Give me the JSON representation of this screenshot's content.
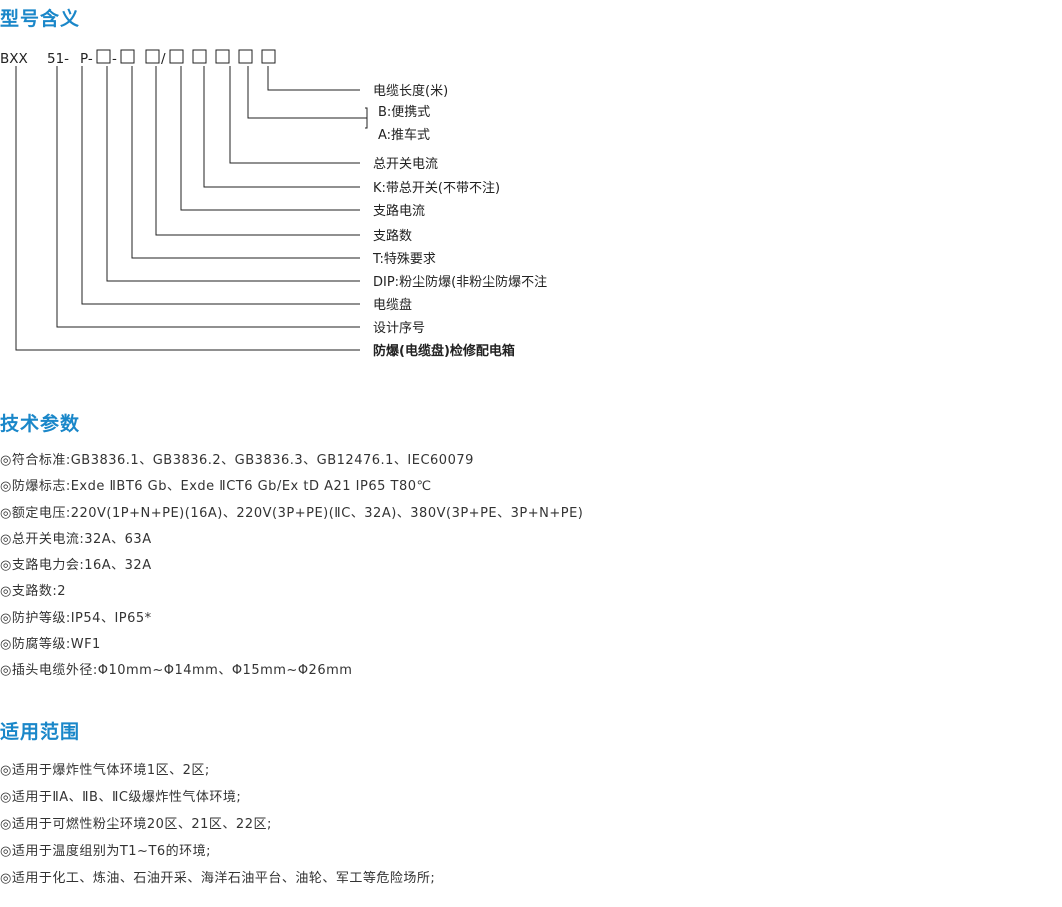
{
  "sections": {
    "model_meaning": "型号含义",
    "tech_params": "技术参数",
    "application": "适用范围"
  },
  "model_code": {
    "prefix": "BXX",
    "series": "51-",
    "p": "P-",
    "dash1": "-",
    "slash": "/"
  },
  "bracket_mark": "[",
  "diagram_labels": [
    "电缆长度(米)",
    "B:便携式",
    "A:推车式",
    "总开关电流",
    "K:带总开关(不带不注)",
    "支路电流",
    "支路数",
    "T:特殊要求",
    "DIP:粉尘防爆(非粉尘防爆不注",
    "电缆盘",
    "设计序号",
    "防爆(电缆盘)检修配电箱"
  ],
  "tech_items": [
    "◎符合标准:GB3836.1、GB3836.2、GB3836.3、GB12476.1、IEC60079",
    "◎防爆标志:Exde ⅡBT6 Gb、Exde ⅡCT6 Gb/Ex tD A21 IP65 T80℃",
    "◎额定电压:220V(1P+N+PE)(16A)、220V(3P+PE)(ⅡC、32A)、380V(3P+PE、3P+N+PE)",
    "◎总开关电流:32A、63A",
    "◎支路电力会:16A、32A",
    "◎支路数:2",
    "◎防护等级:IP54、IP65*",
    "◎防腐等级:WF1",
    "◎插头电缆外径:Φ10mm~Φ14mm、Φ15mm~Φ26mm"
  ],
  "application_items": [
    "◎适用于爆炸性气体环境1区、2区;",
    "◎适用于ⅡA、ⅡB、ⅡC级爆炸性气体环境;",
    "◎适用于可燃性粉尘环境20区、21区、22区;",
    "◎适用于温度组别为T1~T6的环境;",
    "◎适用于化工、炼油、石油开采、海洋石油平台、油轮、军工等危险场所;"
  ]
}
